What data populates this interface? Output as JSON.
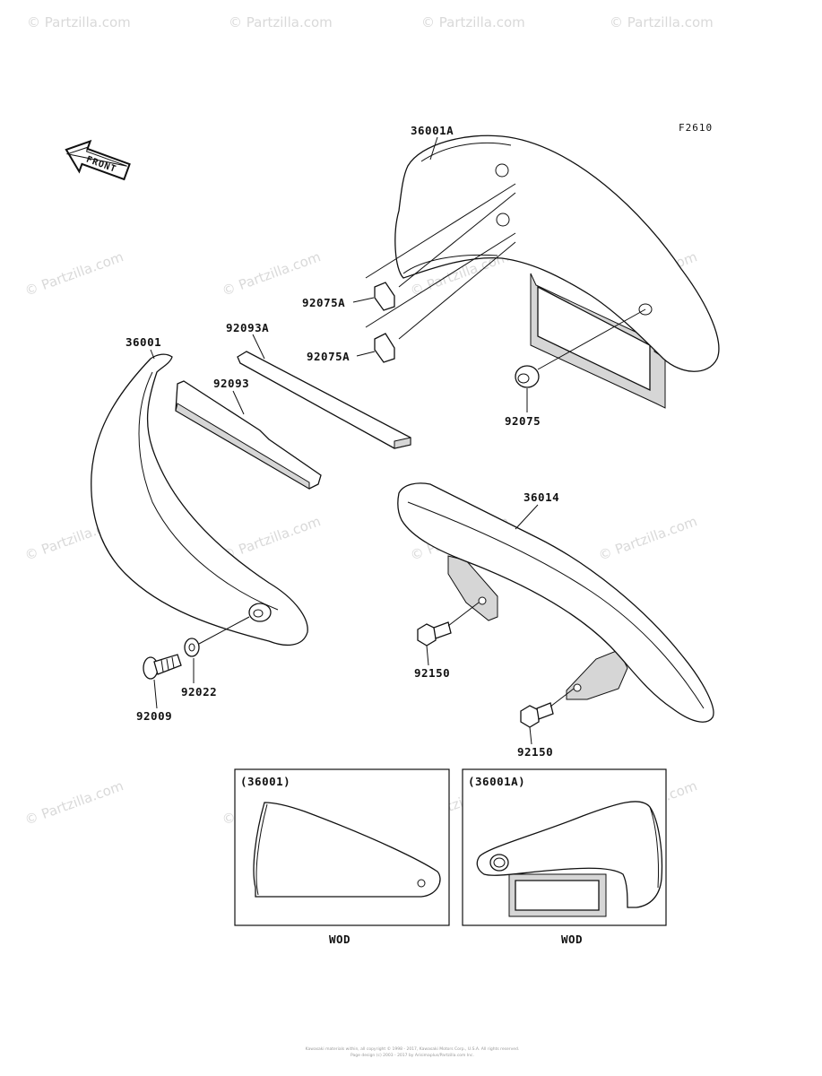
{
  "figure_code": "F2610",
  "direction_label": "FRONT",
  "watermark_text": "© Partzilla.com",
  "callouts": {
    "c36001A": "36001A",
    "c92075A_1": "92075A",
    "c92075A_2": "92075A",
    "c92075": "92075",
    "c92093A": "92093A",
    "c92093": "92093",
    "c36001": "36001",
    "c36014": "36014",
    "c92150_1": "92150",
    "c92150_2": "92150",
    "c92022": "92022",
    "c92009": "92009"
  },
  "insets": [
    {
      "label": "(36001)",
      "caption": "WOD"
    },
    {
      "label": "(36001A)",
      "caption": "WOD"
    }
  ],
  "footer": {
    "line1": "Kawasaki materials within, all copyright © 1998 - 2017, Kawasaki Motors Corp., U.S.A. All rights reserved.",
    "line2": "Page design (c) 2003 - 2017 by Arisimaplus/Partzilla.com Inc."
  },
  "colors": {
    "ink": "#111111",
    "shade": "#d6d6d6",
    "watermark": "#d9d9d9"
  }
}
